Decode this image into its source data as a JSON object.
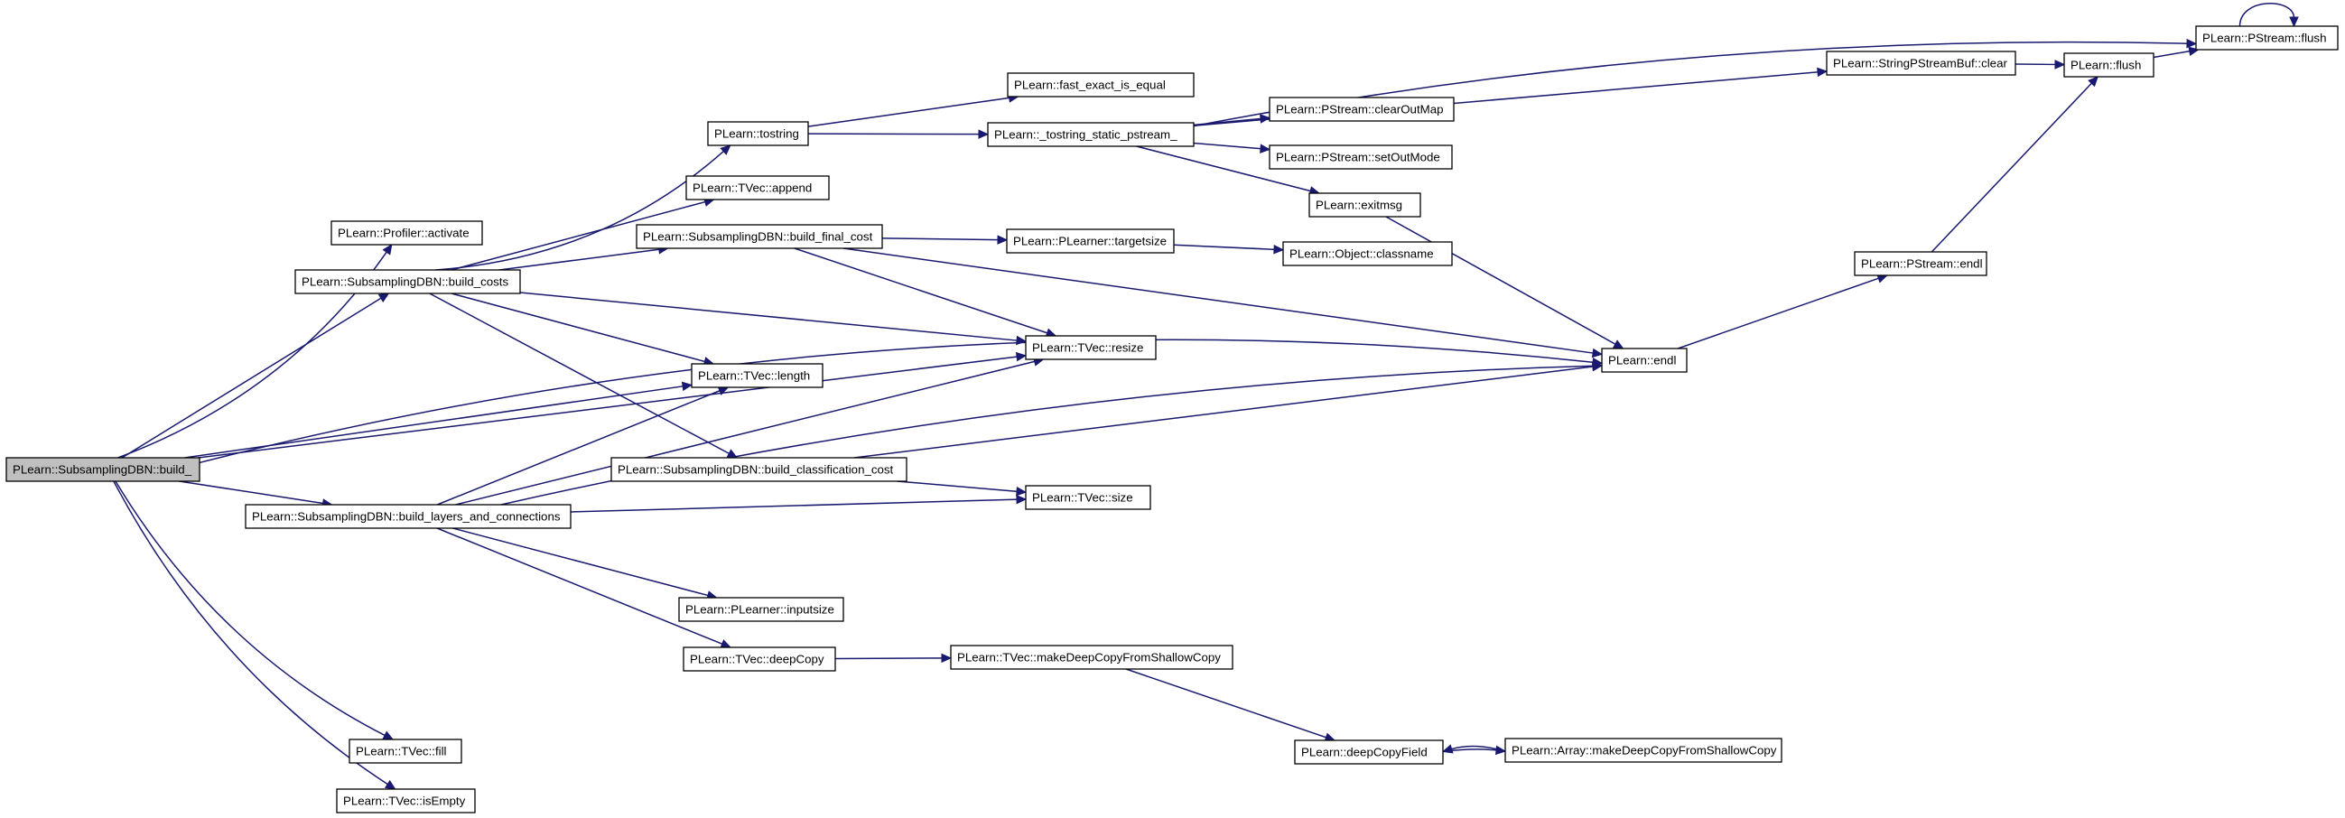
{
  "diagram": {
    "colors": {
      "edge": "#191970",
      "node_border": "#000000",
      "root_fill": "#bfbfbf",
      "node_fill": "#ffffff"
    },
    "nodes": [
      {
        "id": "build_",
        "label": "PLearn::SubsamplingDBN::build_",
        "root": true
      },
      {
        "id": "activate",
        "label": "PLearn::Profiler::activate"
      },
      {
        "id": "build_costs",
        "label": "PLearn::SubsamplingDBN::build_costs"
      },
      {
        "id": "tostring",
        "label": "PLearn::tostring"
      },
      {
        "id": "append",
        "label": "PLearn::TVec::append"
      },
      {
        "id": "build_final_cost",
        "label": "PLearn::SubsamplingDBN::build_final_cost"
      },
      {
        "id": "fast_exact",
        "label": "PLearn::fast_exact_is_equal"
      },
      {
        "id": "tostring_static",
        "label": "PLearn::_tostring_static_pstream_"
      },
      {
        "id": "clearOutMap",
        "label": "PLearn::PStream::clearOutMap"
      },
      {
        "id": "setOutMode",
        "label": "PLearn::PStream::setOutMode"
      },
      {
        "id": "exitmsg",
        "label": "PLearn::exitmsg"
      },
      {
        "id": "targetsize",
        "label": "PLearn::PLearner::targetsize"
      },
      {
        "id": "classname",
        "label": "PLearn::Object::classname"
      },
      {
        "id": "resize",
        "label": "PLearn::TVec::resize"
      },
      {
        "id": "length",
        "label": "PLearn::TVec::length"
      },
      {
        "id": "endl",
        "label": "PLearn::endl"
      },
      {
        "id": "build_classification_cost",
        "label": "PLearn::SubsamplingDBN::build_classification_cost"
      },
      {
        "id": "size",
        "label": "PLearn::TVec::size"
      },
      {
        "id": "build_layers",
        "label": "PLearn::SubsamplingDBN::build_layers_and_connections"
      },
      {
        "id": "inputsize",
        "label": "PLearn::PLearner::inputsize"
      },
      {
        "id": "deepCopy",
        "label": "PLearn::TVec::deepCopy"
      },
      {
        "id": "makeDeepCopyTVec",
        "label": "PLearn::TVec::makeDeepCopyFromShallowCopy"
      },
      {
        "id": "deepCopyField",
        "label": "PLearn::deepCopyField"
      },
      {
        "id": "makeDeepCopyArray",
        "label": "PLearn::Array::makeDeepCopyFromShallowCopy"
      },
      {
        "id": "fill",
        "label": "PLearn::TVec::fill"
      },
      {
        "id": "isEmpty",
        "label": "PLearn::TVec::isEmpty"
      },
      {
        "id": "sp_clear",
        "label": "PLearn::StringPStreamBuf::clear"
      },
      {
        "id": "flush",
        "label": "PLearn::flush"
      },
      {
        "id": "ps_flush",
        "label": "PLearn::PStream::flush"
      },
      {
        "id": "ps_endl",
        "label": "PLearn::PStream::endl"
      }
    ],
    "edges": [
      [
        "build_",
        "activate"
      ],
      [
        "build_",
        "build_costs"
      ],
      [
        "build_",
        "resize"
      ],
      [
        "build_",
        "length"
      ],
      [
        "build_",
        "build_layers"
      ],
      [
        "build_",
        "endl"
      ],
      [
        "build_",
        "fill"
      ],
      [
        "build_",
        "isEmpty"
      ],
      [
        "build_costs",
        "tostring"
      ],
      [
        "build_costs",
        "append"
      ],
      [
        "build_costs",
        "build_final_cost"
      ],
      [
        "build_costs",
        "resize"
      ],
      [
        "build_costs",
        "length"
      ],
      [
        "build_costs",
        "build_classification_cost"
      ],
      [
        "tostring",
        "fast_exact"
      ],
      [
        "tostring",
        "tostring_static"
      ],
      [
        "tostring_static",
        "sp_clear"
      ],
      [
        "tostring_static",
        "ps_flush"
      ],
      [
        "tostring_static",
        "clearOutMap"
      ],
      [
        "tostring_static",
        "setOutMode"
      ],
      [
        "tostring_static",
        "exitmsg"
      ],
      [
        "exitmsg",
        "endl"
      ],
      [
        "endl",
        "ps_endl"
      ],
      [
        "ps_endl",
        "flush"
      ],
      [
        "sp_clear",
        "flush"
      ],
      [
        "flush",
        "ps_flush"
      ],
      [
        "ps_flush",
        "ps_flush"
      ],
      [
        "build_final_cost",
        "targetsize"
      ],
      [
        "build_final_cost",
        "resize"
      ],
      [
        "build_final_cost",
        "endl"
      ],
      [
        "targetsize",
        "classname"
      ],
      [
        "build_classification_cost",
        "size"
      ],
      [
        "build_classification_cost",
        "endl"
      ],
      [
        "build_layers",
        "length"
      ],
      [
        "build_layers",
        "resize"
      ],
      [
        "build_layers",
        "size"
      ],
      [
        "build_layers",
        "endl"
      ],
      [
        "build_layers",
        "inputsize"
      ],
      [
        "build_layers",
        "deepCopy"
      ],
      [
        "deepCopy",
        "makeDeepCopyTVec"
      ],
      [
        "makeDeepCopyTVec",
        "deepCopyField"
      ],
      [
        "deepCopyField",
        "makeDeepCopyArray"
      ],
      [
        "makeDeepCopyArray",
        "deepCopyField"
      ]
    ]
  }
}
